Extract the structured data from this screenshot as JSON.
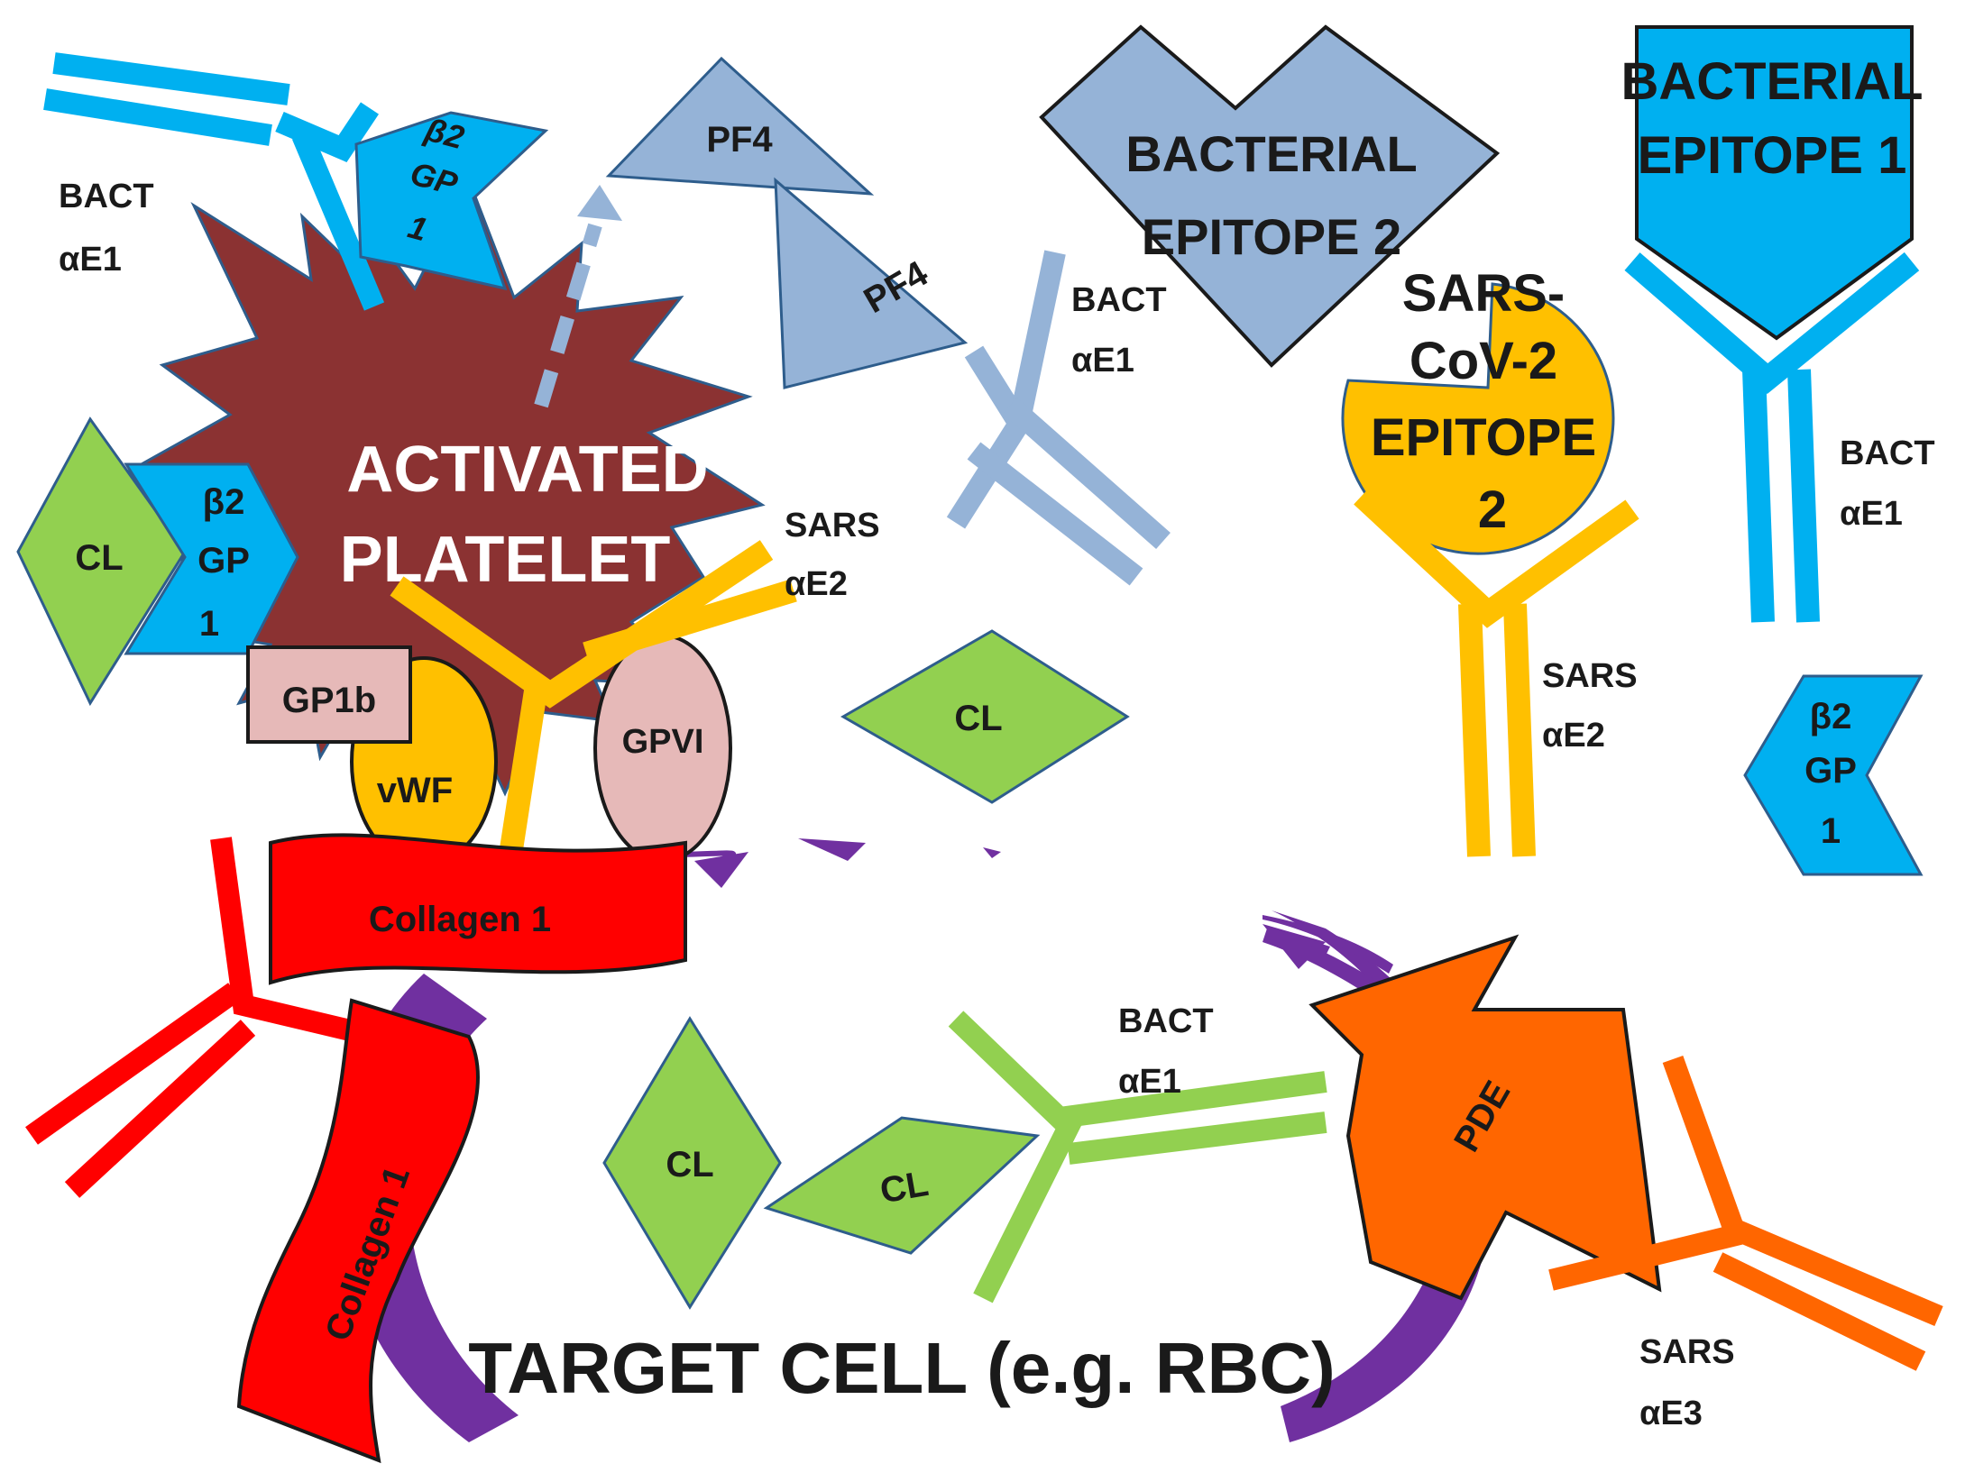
{
  "labels": {
    "activated_1": "ACTIVATED",
    "activated_2": "PLATELET",
    "target_cell": "TARGET CELL (e.g. RBC)",
    "bact_ep1_1": "BACTERIAL",
    "bact_ep1_2": "EPITOPE 1",
    "bact_ep2_1": "BACTERIAL",
    "bact_ep2_2": "EPITOPE 2",
    "sars_ep_1": "SARS-",
    "sars_ep_2": "CoV-2",
    "sars_ep_3": "EPITOPE",
    "sars_ep_4": "2",
    "pf4": "PF4",
    "cl": "CL",
    "b2gp_1": "β2",
    "b2gp_2": "GP",
    "b2gp_3": "1",
    "gp1b": "GP1b",
    "vwf": "vWF",
    "gpvi": "GPVI",
    "collagen": "Collagen 1",
    "pde": "PDE",
    "bact": "BACT",
    "ae1": "αE1",
    "sars": "SARS",
    "ae2": "αE2",
    "ae3": "αE3"
  },
  "colors": {
    "platelet": "#8b3232",
    "bright_blue": "#00b0f0",
    "pale_blue": "#95b3d7",
    "green": "#92d050",
    "yellow": "#ffc000",
    "red": "#ff0000",
    "orange": "#ff6600",
    "purple": "#7030a0",
    "pink": "#e6b9b8",
    "outline": "#2e5d8c"
  }
}
